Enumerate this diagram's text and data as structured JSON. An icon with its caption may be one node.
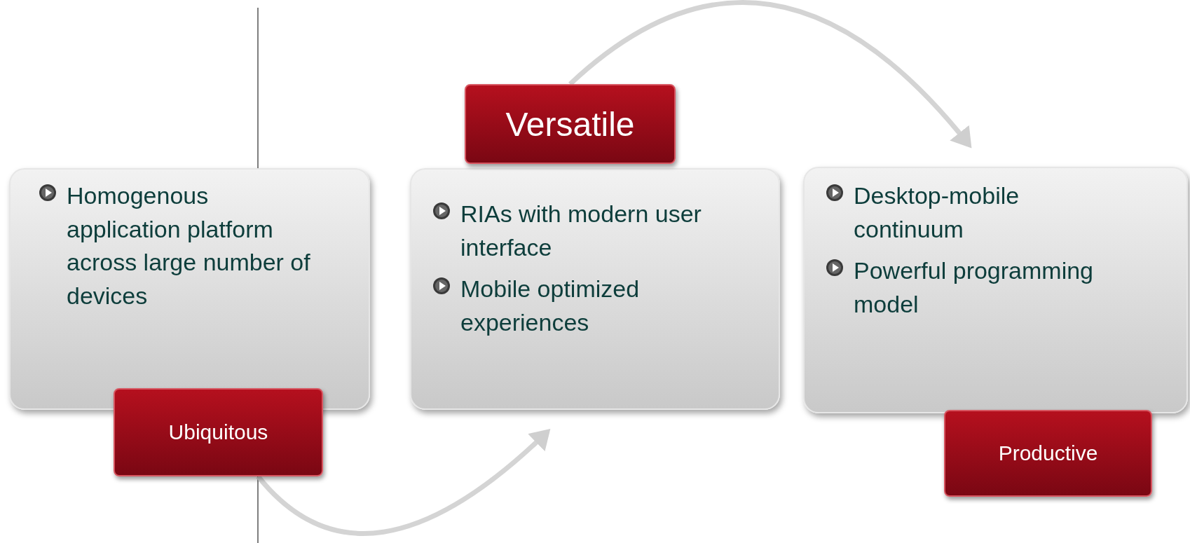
{
  "diagram": {
    "nodes": [
      {
        "text": [
          "Homogenous application platform across large number of devices"
        ]
      },
      {
        "text": [
          "Ubiquitous"
        ]
      },
      {
        "text": [
          "Versatile"
        ]
      },
      {
        "text": [
          "RIAs with modern user interface",
          "Mobile optimized experiences"
        ]
      },
      {
        "text": [
          "Desktop-mobile continuum",
          "Powerful programming model"
        ]
      },
      {
        "text": [
          "Productive"
        ]
      }
    ],
    "edges": [
      {
        "from": 1,
        "to": 3,
        "arrow": "to"
      },
      {
        "from": 2,
        "to": 4,
        "arrow": "to"
      }
    ]
  }
}
